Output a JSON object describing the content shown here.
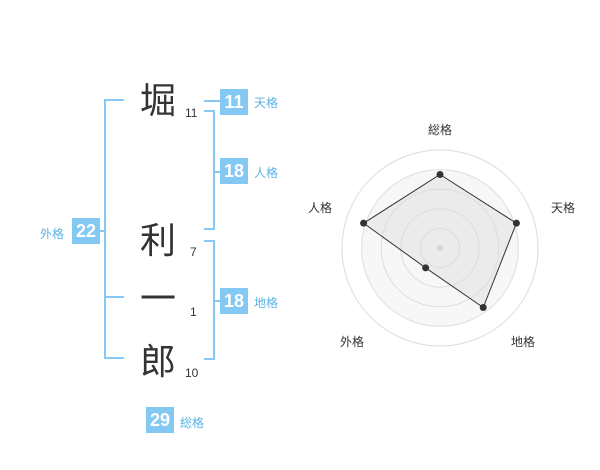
{
  "name_chars": [
    {
      "char": "堀",
      "strokes": "11"
    },
    {
      "char": "利",
      "strokes": "7"
    },
    {
      "char": "一",
      "strokes": "1"
    },
    {
      "char": "郎",
      "strokes": "10"
    }
  ],
  "fortunes": {
    "tenkaku": {
      "value": "11",
      "label": "天格"
    },
    "jinkaku": {
      "value": "18",
      "label": "人格"
    },
    "chikaku": {
      "value": "18",
      "label": "地格"
    },
    "gaikaku": {
      "value": "22",
      "label": "外格"
    },
    "soukaku": {
      "value": "29",
      "label": "総格"
    }
  },
  "chart_data": {
    "type": "radar",
    "axes": [
      "総格",
      "天格",
      "地格",
      "外格",
      "人格"
    ],
    "values": [
      0.75,
      0.82,
      0.75,
      0.25,
      0.82
    ],
    "max": 1.0
  }
}
